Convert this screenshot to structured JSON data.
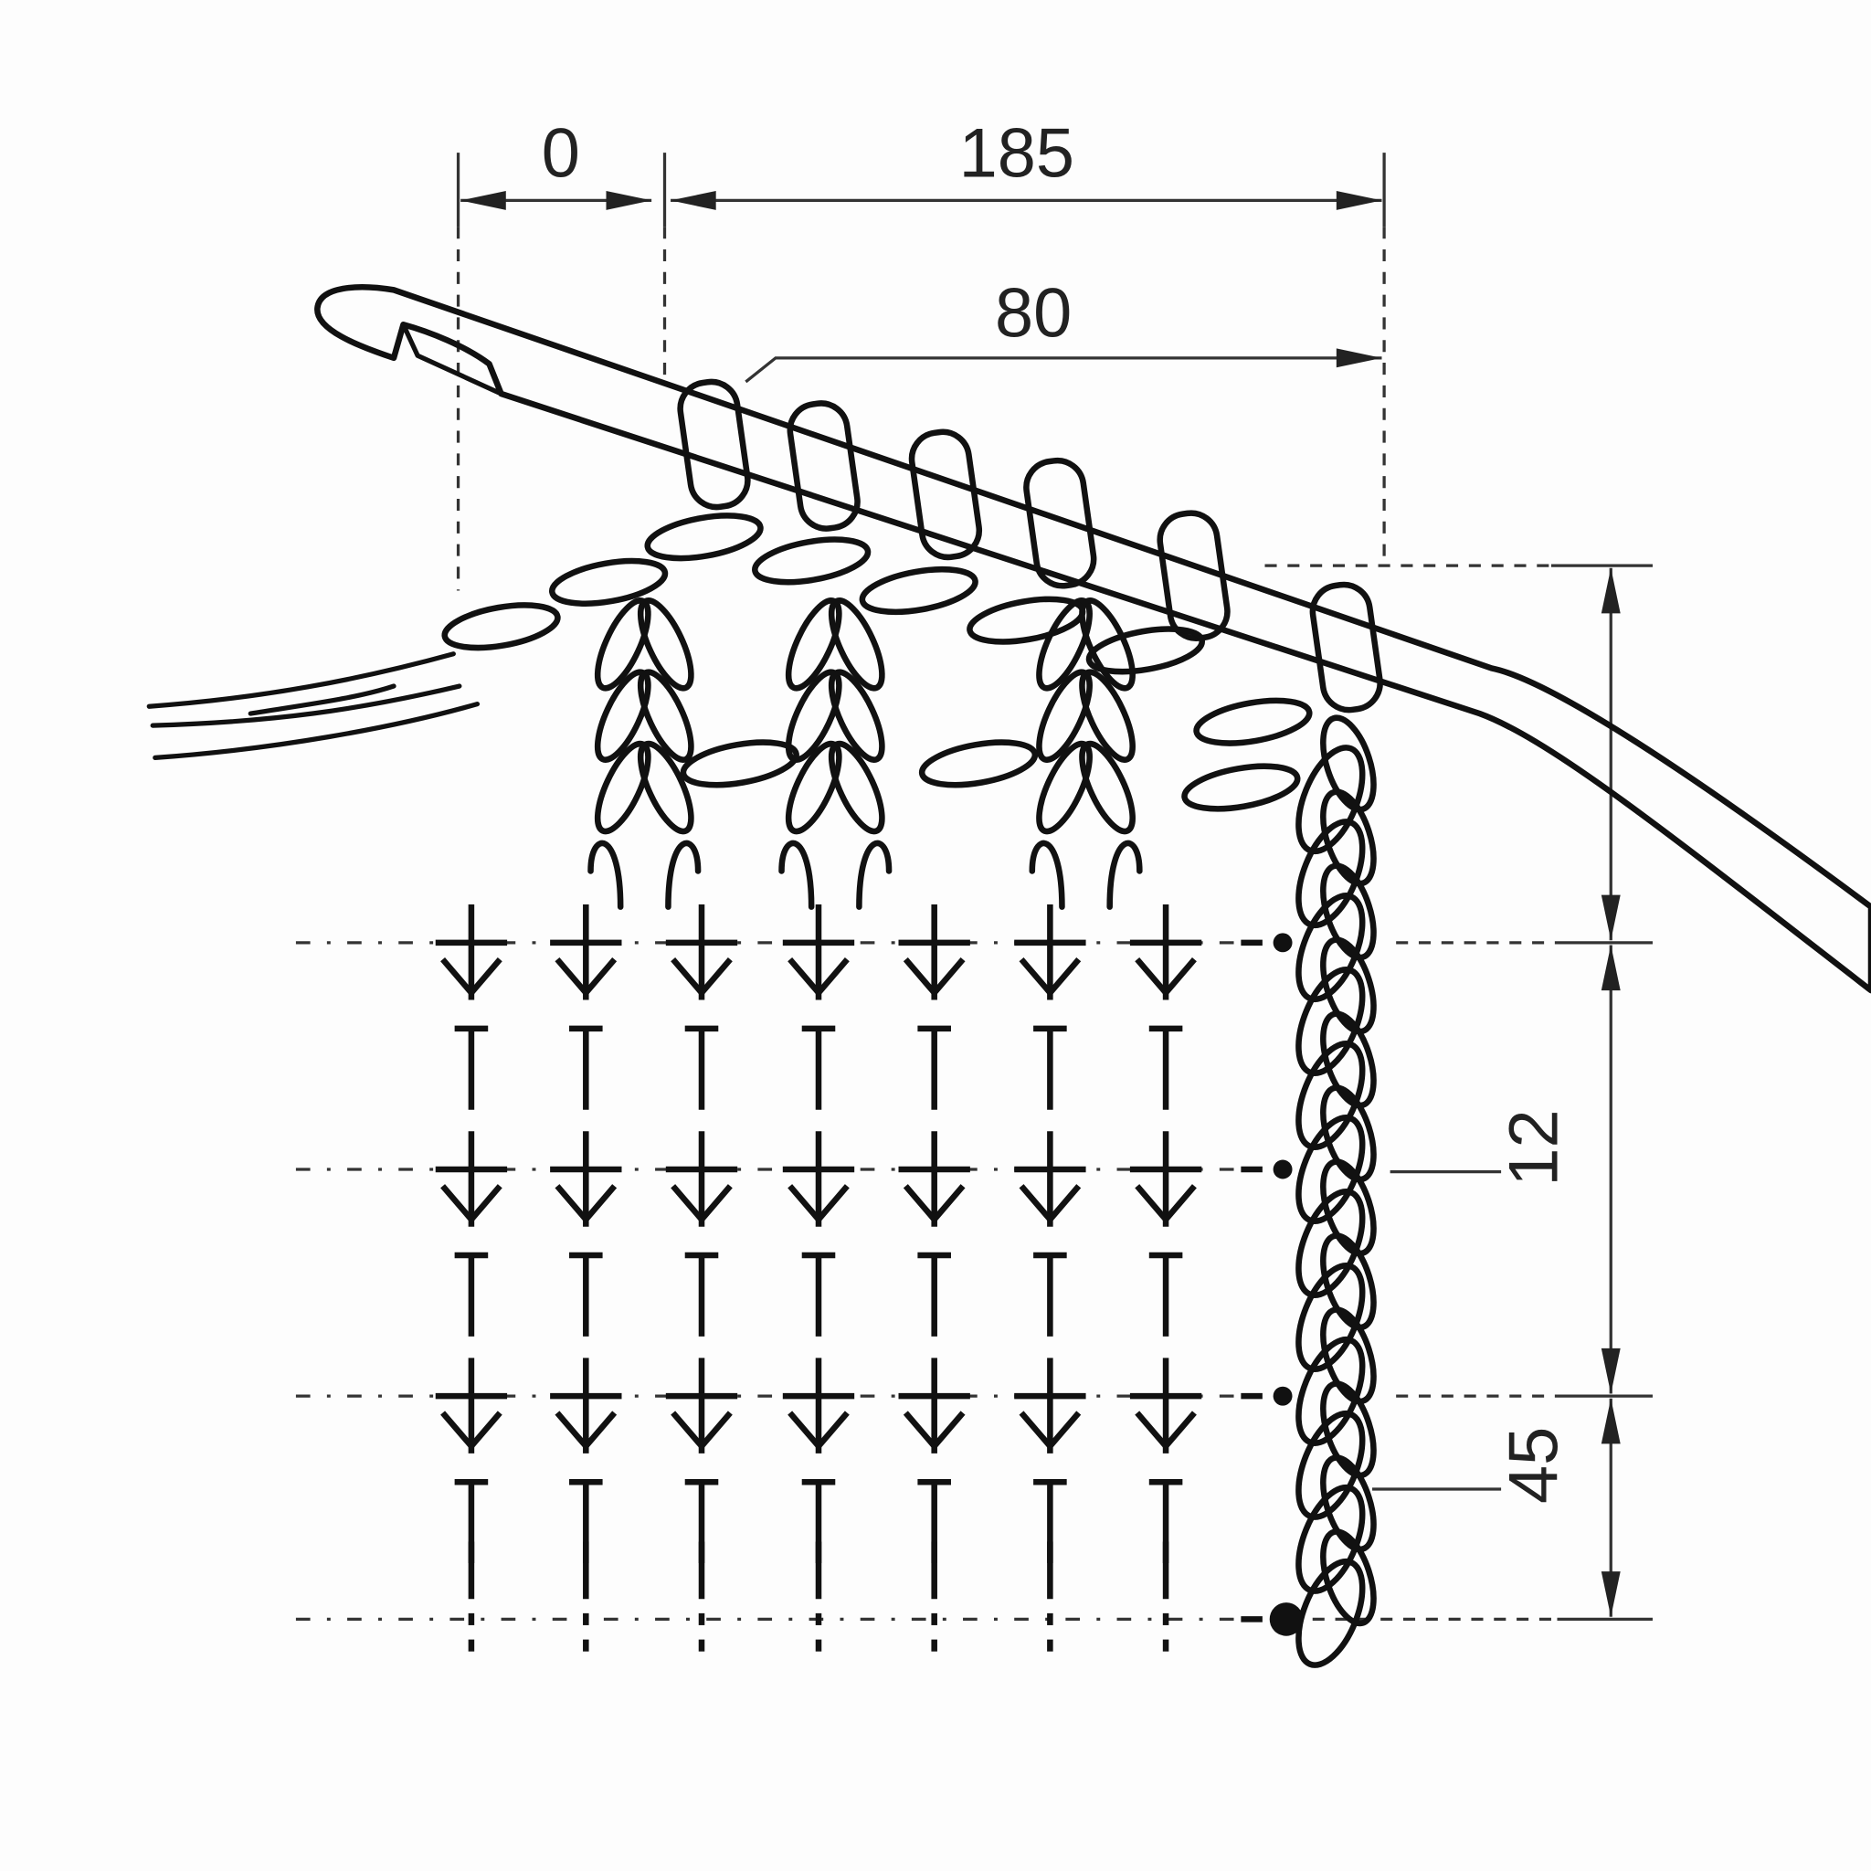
{
  "diagram": {
    "colors": {
      "ink": "#111111",
      "background": "#fdfdfd",
      "dimension": "#333333"
    },
    "dimensions": {
      "top_left": "0",
      "top_span": "185",
      "second_span": "80",
      "right_middle": "12",
      "right_bottom": "45"
    },
    "stitch_columns": 7,
    "stitch_rows": 3,
    "row_symbols": [
      "single-crochet-cross-v",
      "double-crochet-t"
    ],
    "tool": "crochet-hook"
  }
}
